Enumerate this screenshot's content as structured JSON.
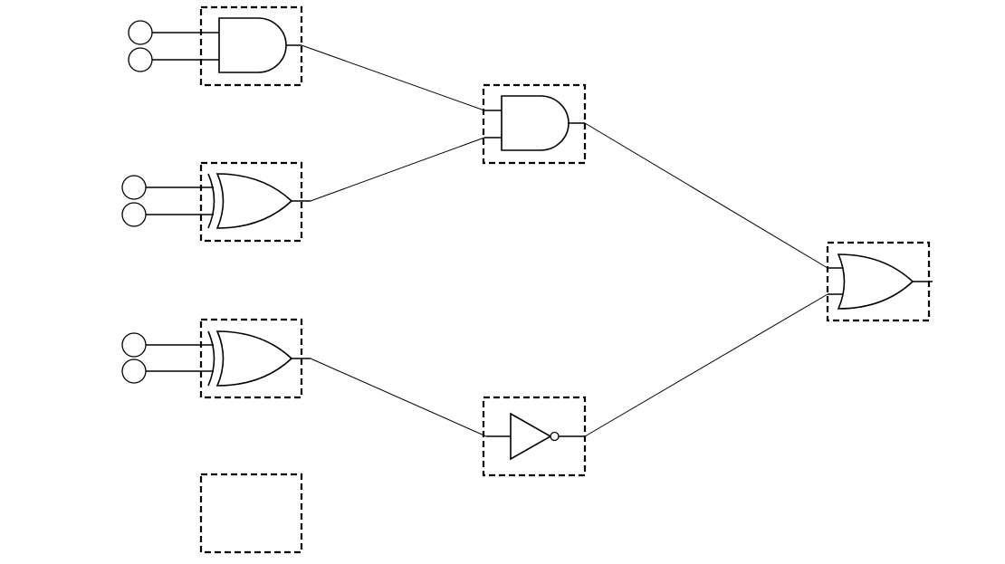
{
  "diagram": {
    "kind": "logic-circuit",
    "colors": {
      "line": "#000000",
      "background": "#ffffff"
    },
    "inputs": [
      "in-1",
      "in-2",
      "in-3",
      "in-4",
      "in-5",
      "in-6"
    ],
    "gates": [
      {
        "id": "g1",
        "type": "AND",
        "inputs": [
          "in-1",
          "in-2"
        ]
      },
      {
        "id": "g2",
        "type": "XOR",
        "inputs": [
          "in-3",
          "in-4"
        ]
      },
      {
        "id": "g3",
        "type": "XOR",
        "inputs": [
          "in-5",
          "in-6"
        ]
      },
      {
        "id": "g4",
        "type": "AND",
        "inputs": [
          "g1",
          "g2"
        ]
      },
      {
        "id": "g5",
        "type": "NOT",
        "inputs": [
          "g3"
        ]
      },
      {
        "id": "g6",
        "type": "OR",
        "inputs": [
          "g4",
          "g5"
        ]
      }
    ],
    "empty_slots": 1
  }
}
